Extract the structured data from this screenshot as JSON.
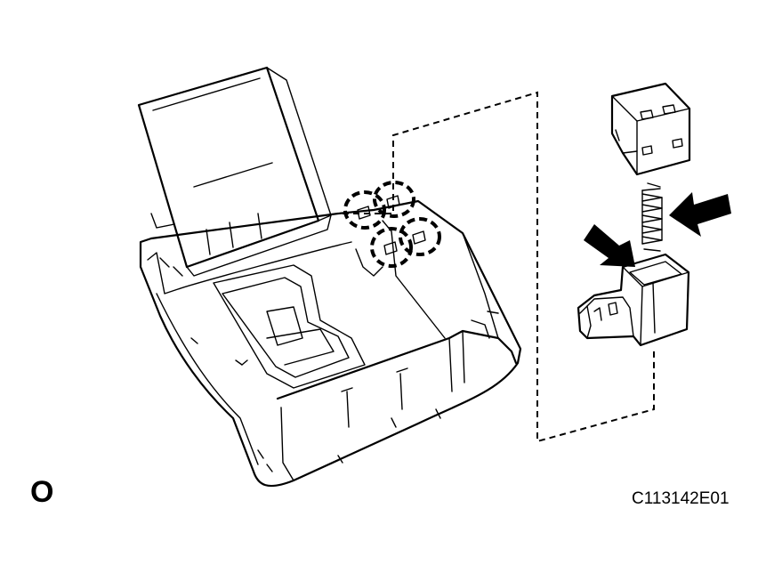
{
  "figure": {
    "corner_mark": "O",
    "reference_code": "C113142E01"
  },
  "colors": {
    "line": "#000000",
    "background": "#ffffff"
  },
  "icons": {
    "arrows": "solid-black-pointer-arrow",
    "clip_highlight": "dashed-circle"
  }
}
